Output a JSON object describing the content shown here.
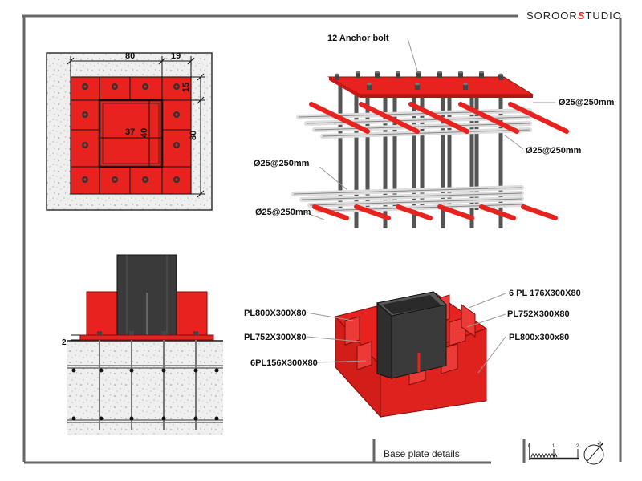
{
  "brand": {
    "left": "Soroor",
    "mark": "S",
    "right": "tudio"
  },
  "title": "Base plate details",
  "plan": {
    "dims": {
      "top_a": "80",
      "top_b": "19",
      "right_a": "15",
      "right_b": "80",
      "inner_a": "37",
      "inner_b": "40"
    }
  },
  "iso_rebar": {
    "anchor_label": "12 Anchor bolt",
    "bar_labels": [
      "Ø25@250mm",
      "Ø25@250mm",
      "Ø25@250mm",
      "Ø25@250mm"
    ]
  },
  "section": {
    "dim_label": "2"
  },
  "iso_plate": {
    "labels_left": [
      "PL800X300X80",
      "PL752X300X80",
      "6PL156X300X80"
    ],
    "labels_right": [
      "6 PL 176X300X80",
      "PL752X300X80",
      "PL800x300x80"
    ]
  },
  "scale": {
    "ticks": [
      "0",
      "1",
      "2"
    ],
    "north": "N"
  },
  "colors": {
    "plate": "#e8231f",
    "plate_dark": "#b31512",
    "column": "#3a3a3a",
    "concrete": "#eeeeee"
  }
}
